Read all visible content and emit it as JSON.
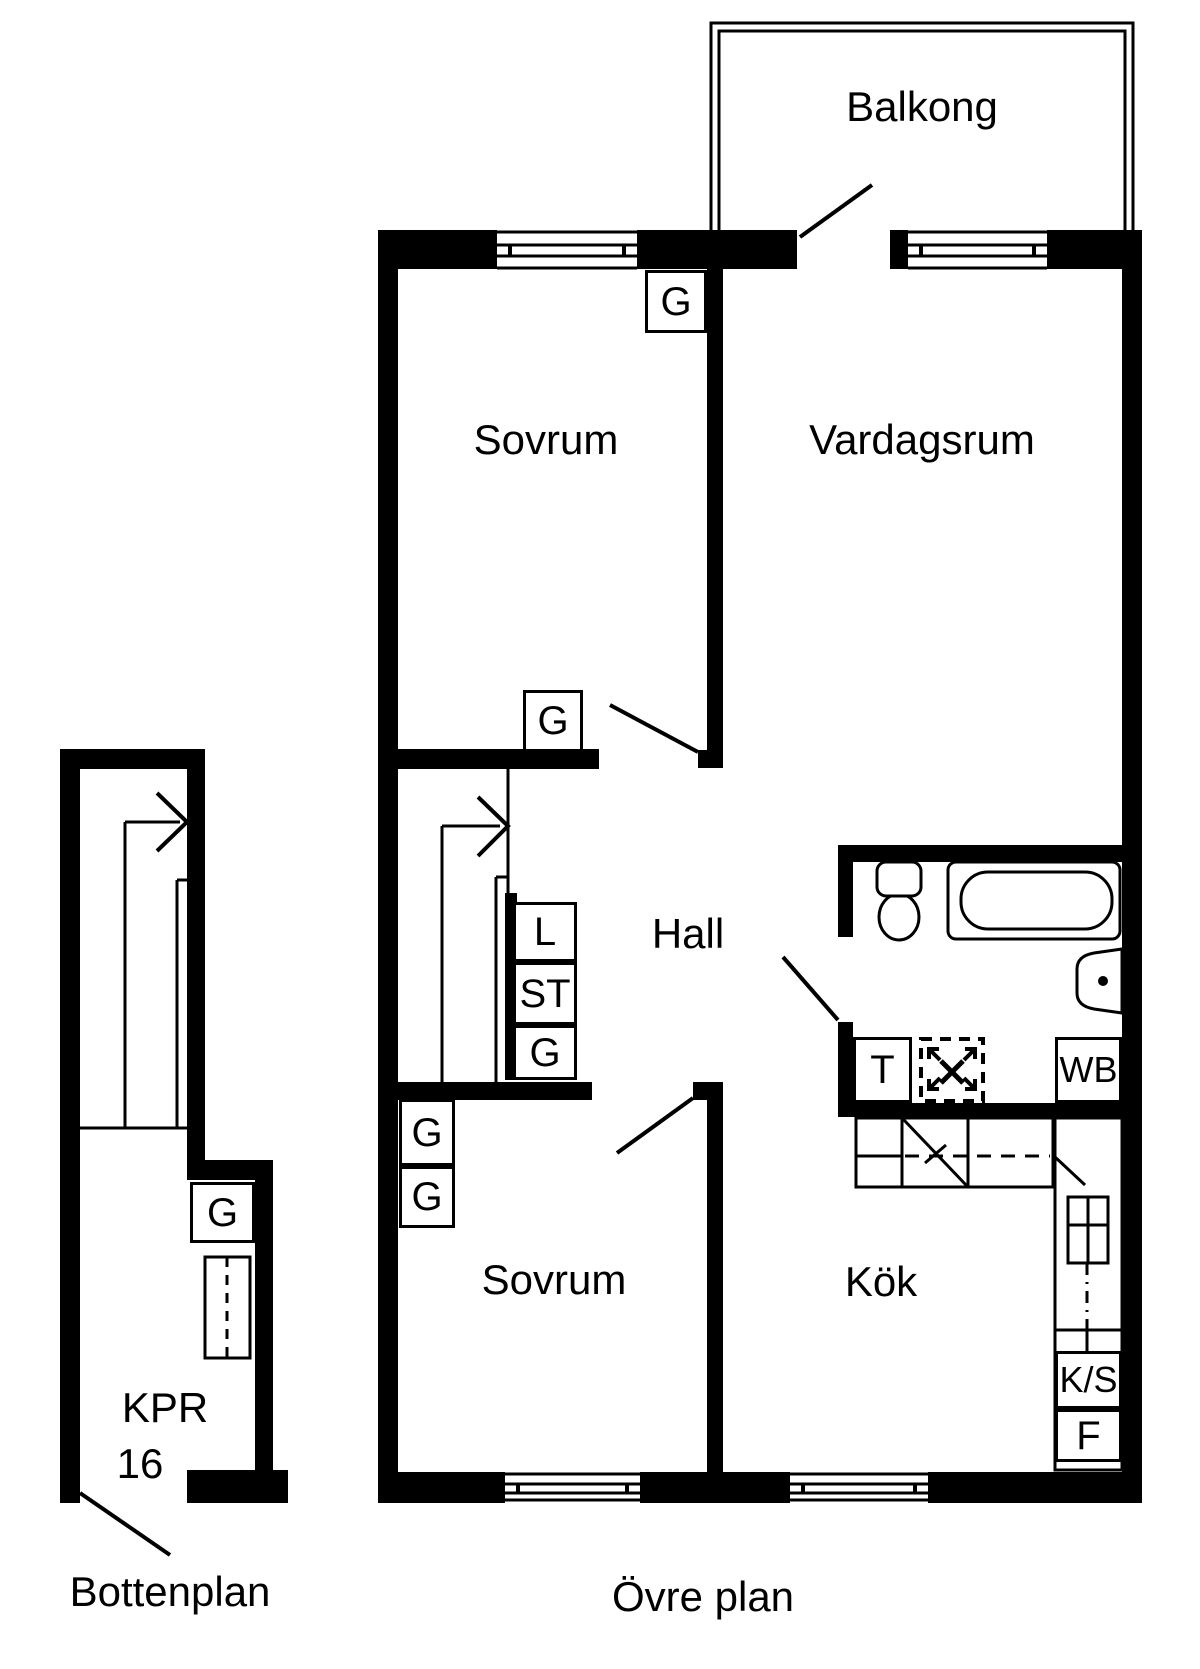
{
  "floorplan": {
    "captions": {
      "lower_plan": "Bottenplan",
      "upper_plan": "Övre plan"
    },
    "rooms": {
      "balcony": "Balkong",
      "bedroom_upper": "Sovrum",
      "living_room": "Vardagsrum",
      "hall": "Hall",
      "bedroom_lower": "Sovrum",
      "kitchen": "Kök",
      "storage_room": "KPR",
      "storage_room_number": "16"
    },
    "closets": {
      "g_living_wall": "G",
      "g_bedroom_upper": "G",
      "l_hall": "L",
      "st_hall": "ST",
      "g_hall": "G",
      "g_bedroom_lower_1": "G",
      "g_bedroom_lower_2": "G",
      "g_lower_plan": "G"
    },
    "fixtures": {
      "t_box": "T",
      "wb_box": "WB",
      "ks_box": "K/S",
      "f_box": "F"
    },
    "colors": {
      "ink": "#000000",
      "paper": "#ffffff"
    }
  }
}
